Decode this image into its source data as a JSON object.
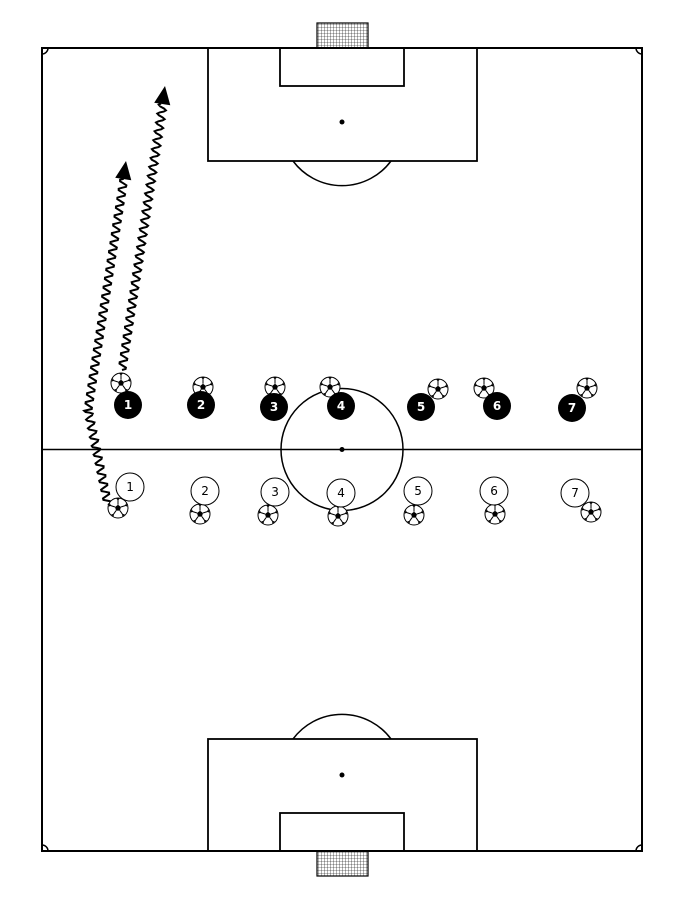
{
  "colors": {
    "pitch": "#ffffff",
    "line": "#000000",
    "team_dark": "#000000",
    "team_light": "#ffffff",
    "arrow": "#000000"
  },
  "icons": {
    "ball": "soccer-ball-icon",
    "goal": "goal-net-icon",
    "arrow": "dribble-arrow-icon"
  },
  "team_dark": {
    "players": [
      {
        "label": "1"
      },
      {
        "label": "2"
      },
      {
        "label": "3"
      },
      {
        "label": "4"
      },
      {
        "label": "5"
      },
      {
        "label": "6"
      },
      {
        "label": "7"
      }
    ]
  },
  "team_light": {
    "players": [
      {
        "label": "1"
      },
      {
        "label": "2"
      },
      {
        "label": "3"
      },
      {
        "label": "4"
      },
      {
        "label": "5"
      },
      {
        "label": "6"
      },
      {
        "label": "7"
      }
    ]
  }
}
